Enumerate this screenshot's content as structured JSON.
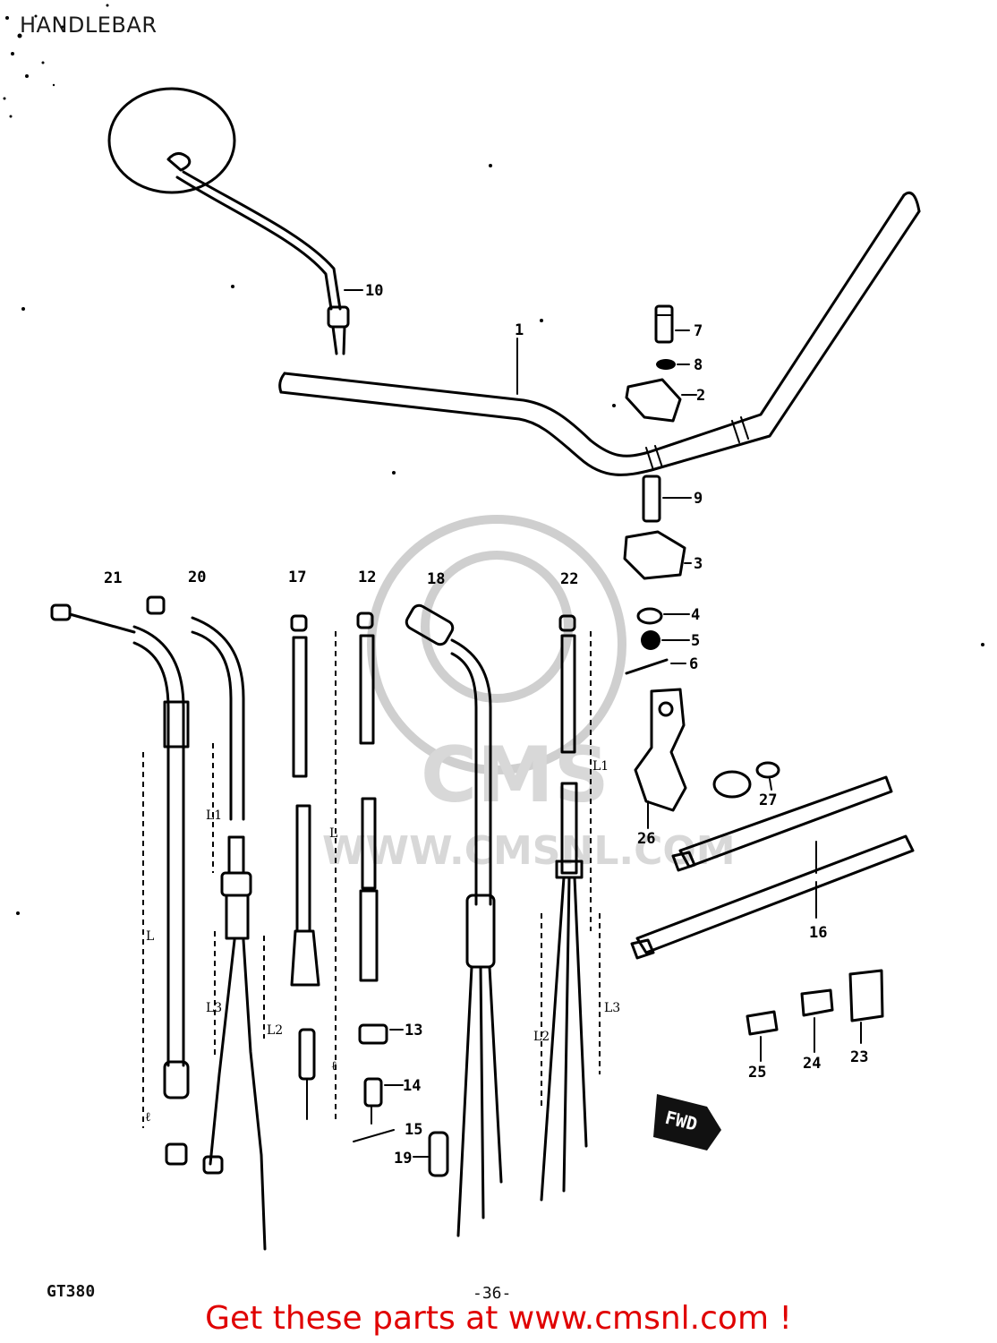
{
  "title": "HANDLEBAR",
  "model_code": "GT380",
  "page_number": "-36-",
  "footer_link_text": "Get these parts at www.cmsnl.com !",
  "colors": {
    "footer_link": "#e00000",
    "line": "#000000",
    "watermark": "#d0d0d0"
  },
  "watermark": {
    "brand": "CMS",
    "url": "WWW.CMSNL.COM"
  },
  "direction_tag": "FWD",
  "cable_length_marks": {
    "full": "L",
    "one": "L1",
    "two": "L2",
    "three": "L3",
    "short": "ℓ"
  },
  "part_labels": {
    "p1": "1",
    "p2": "2",
    "p3": "3",
    "p4": "4",
    "p5": "5",
    "p6": "6",
    "p7": "7",
    "p8": "8",
    "p9": "9",
    "p10": "10",
    "p12": "12",
    "p13": "13",
    "p14": "14",
    "p15": "15",
    "p16": "16",
    "p17": "17",
    "p18": "18",
    "p19": "19",
    "p20": "20",
    "p21": "21",
    "p22": "22",
    "p23": "23",
    "p24": "24",
    "p25": "25",
    "p26": "26",
    "p27": "27"
  }
}
